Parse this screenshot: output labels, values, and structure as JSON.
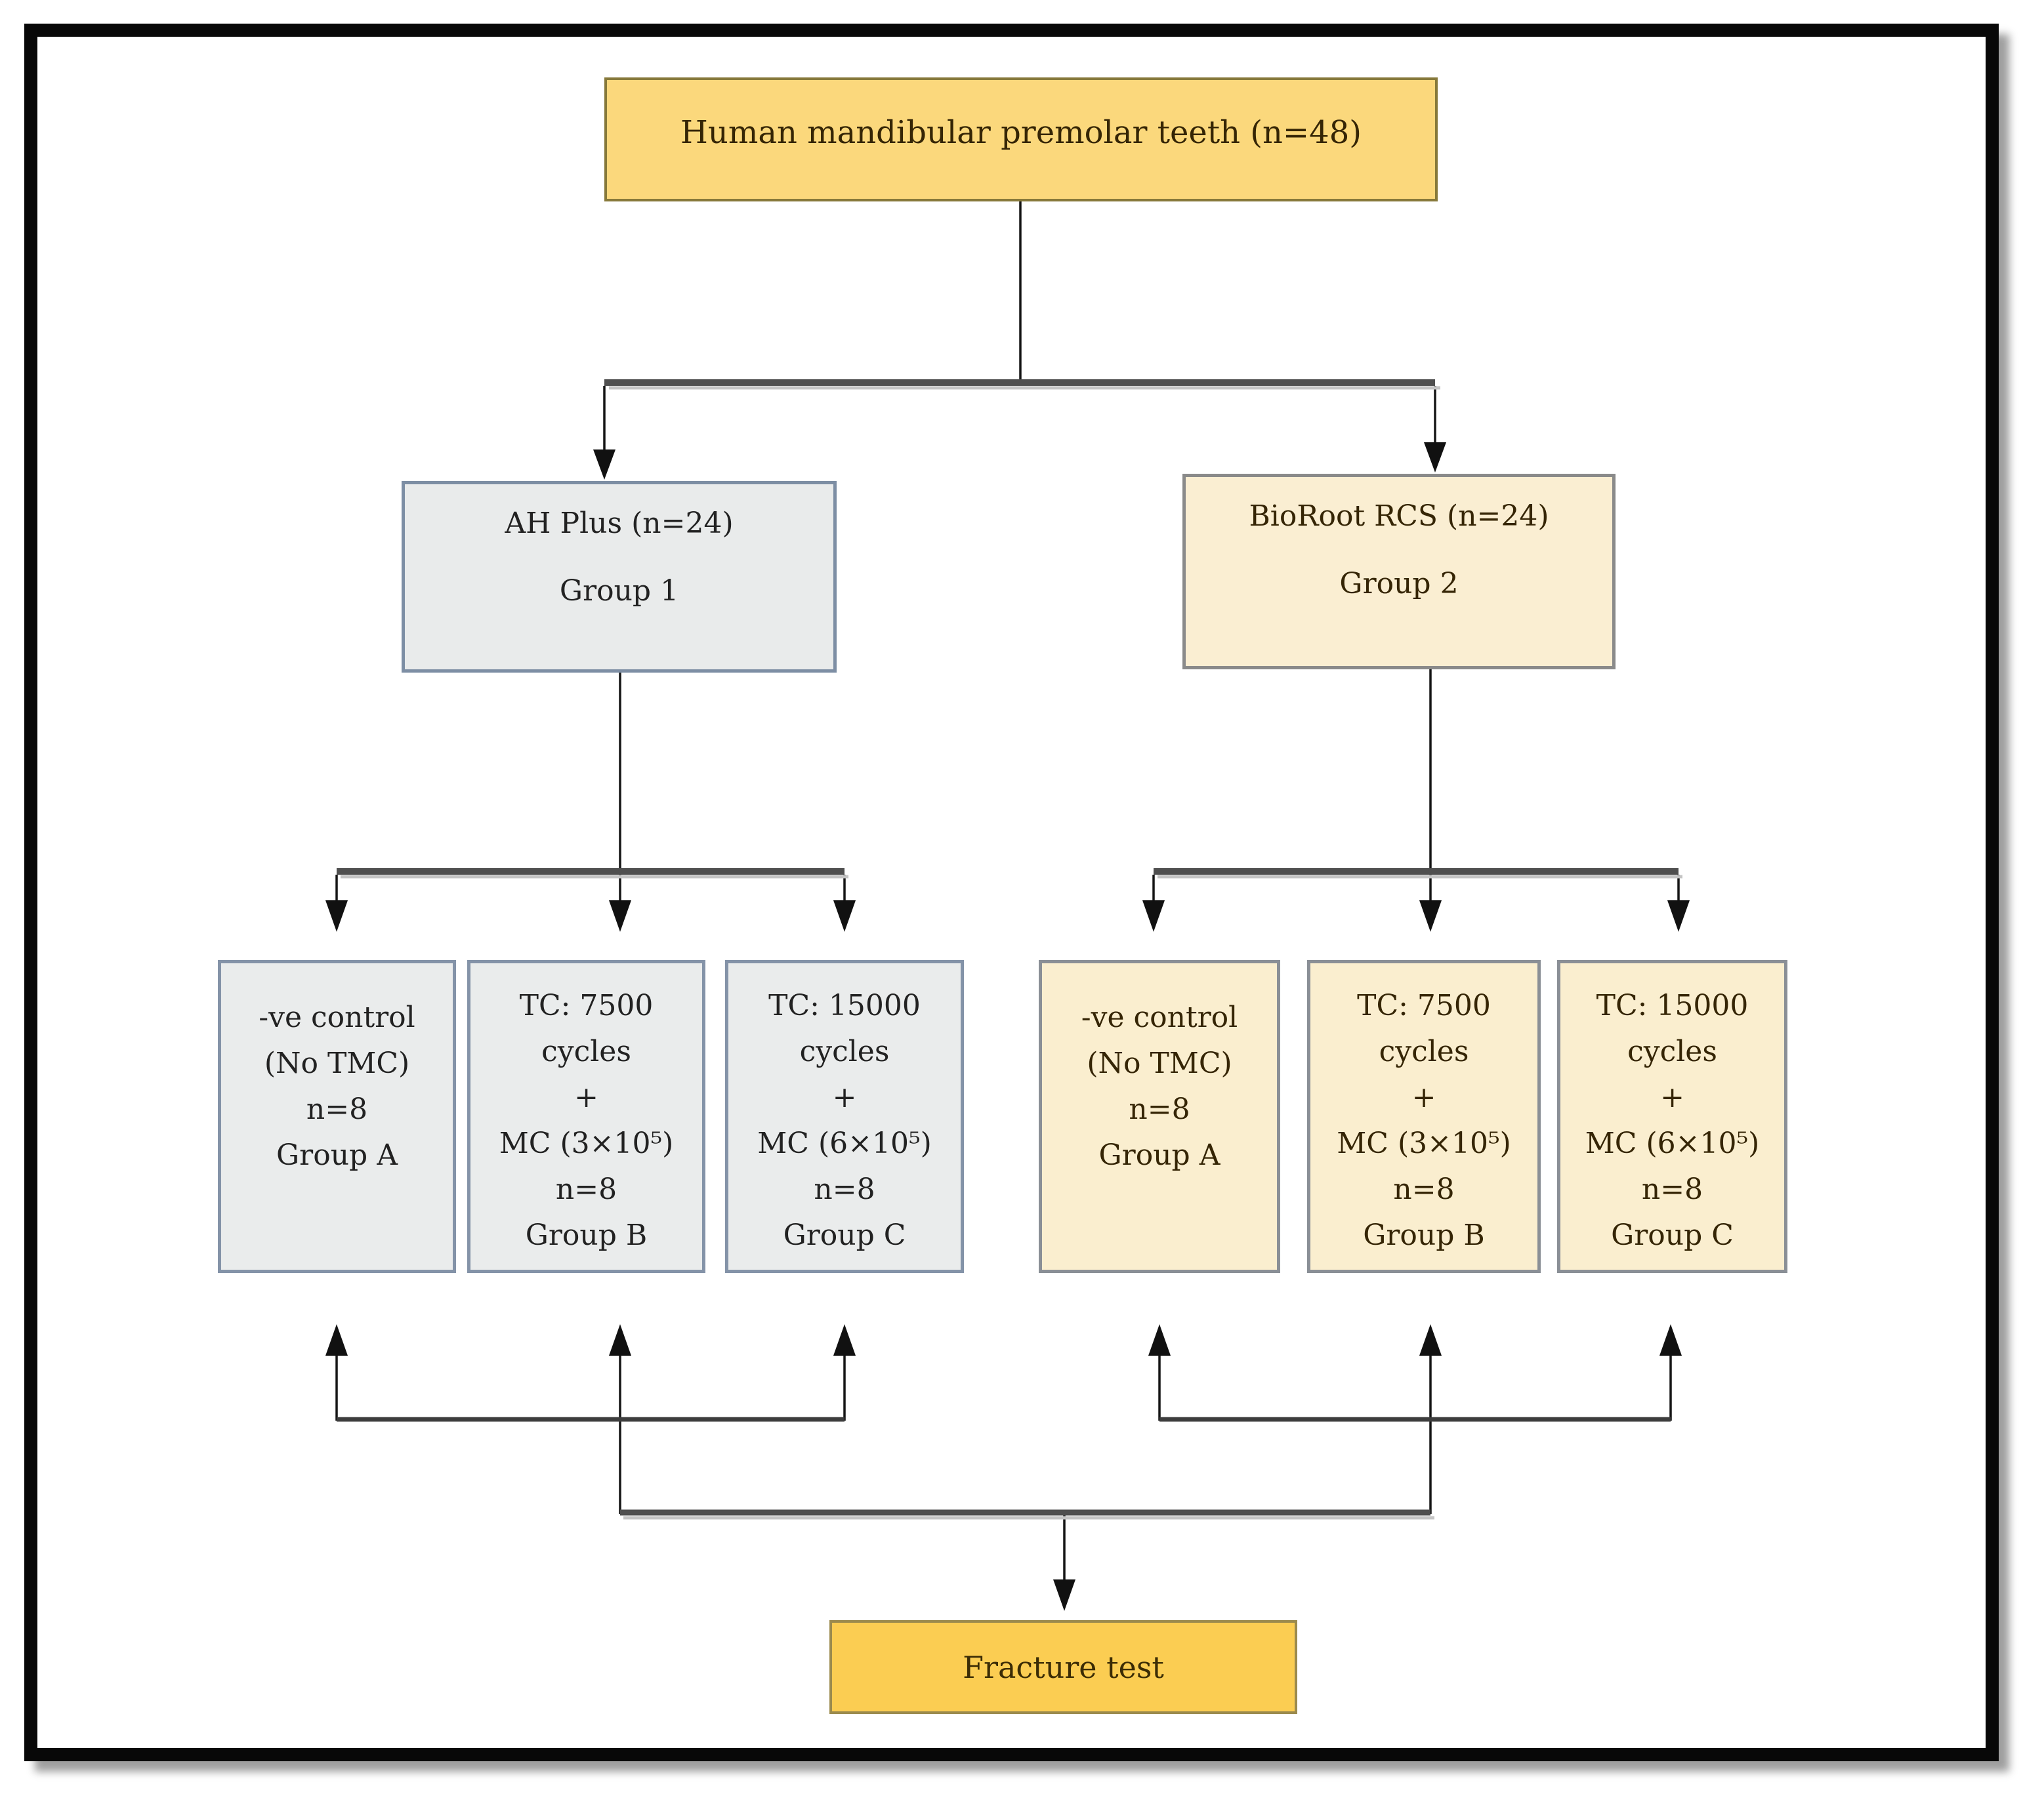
{
  "diagram": {
    "title_box": "Human mandibular premolar teeth (n=48)",
    "final_box": "Fracture test",
    "groups": [
      {
        "sealer": "AH Plus (n=24)",
        "group": "Group 1",
        "subgroups": [
          {
            "lines": [
              "-ve control",
              "(No TMC)",
              "n=8",
              "Group A"
            ]
          },
          {
            "lines": [
              "TC: 7500",
              "cycles",
              "+",
              "MC (3×10⁵)",
              "n=8",
              "Group B"
            ]
          },
          {
            "lines": [
              "TC: 15000",
              "cycles",
              "+",
              "MC (6×10⁵)",
              "n=8",
              "Group C"
            ]
          }
        ]
      },
      {
        "sealer": "BioRoot RCS (n=24)",
        "group": "Group 2",
        "subgroups": [
          {
            "lines": [
              "-ve control",
              "(No TMC)",
              "n=8",
              "Group A"
            ]
          },
          {
            "lines": [
              "TC: 7500",
              "cycles",
              "+",
              "MC (3×10⁵)",
              "n=8",
              "Group B"
            ]
          },
          {
            "lines": [
              "TC: 15000",
              "cycles",
              "+",
              "MC (6×10⁵)",
              "n=8",
              "Group C"
            ]
          }
        ]
      }
    ],
    "colors": {
      "gold": "#fbd87c",
      "gold_deep": "#fbcd52",
      "gray_fill": "#eaecec",
      "cream_fill": "#faeecf",
      "slate_border": "#7d8ea4",
      "gray_border": "#8a8a8a",
      "olive_border": "#87793a",
      "line": "#151515",
      "thick_bar": "#4f4f4f"
    }
  }
}
